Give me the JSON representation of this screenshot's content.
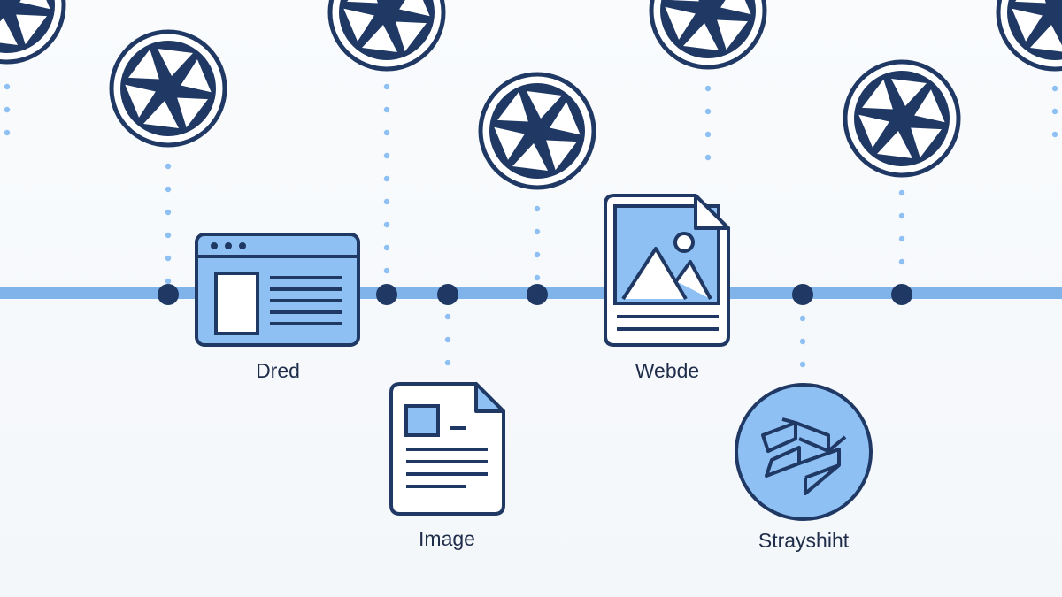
{
  "diagram": {
    "type": "timeline",
    "colors": {
      "navy": "#1f3864",
      "timeline": "#7fb3ea",
      "accent_fill": "#8ec0f3",
      "dots": "#8ec0f3",
      "background": "#f7f9fb"
    },
    "icons": {
      "aperture": "camera-aperture-icon",
      "browser": "browser-window-icon",
      "document": "document-icon",
      "image": "image-file-icon",
      "stitch": "stitch-logo-icon"
    },
    "labels": {
      "browser": "Dred",
      "document": "Image",
      "image_file": "Webde",
      "stitch": "Strayshiht"
    }
  }
}
